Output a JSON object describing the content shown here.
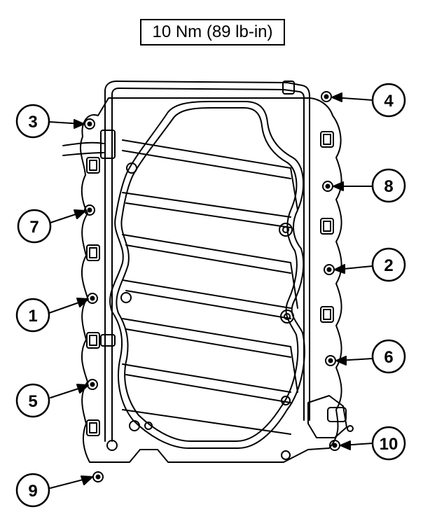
{
  "torque_spec": "10 Nm (89 lb-in)",
  "callouts": [
    "1",
    "2",
    "3",
    "4",
    "5",
    "6",
    "7",
    "8",
    "9",
    "10"
  ]
}
